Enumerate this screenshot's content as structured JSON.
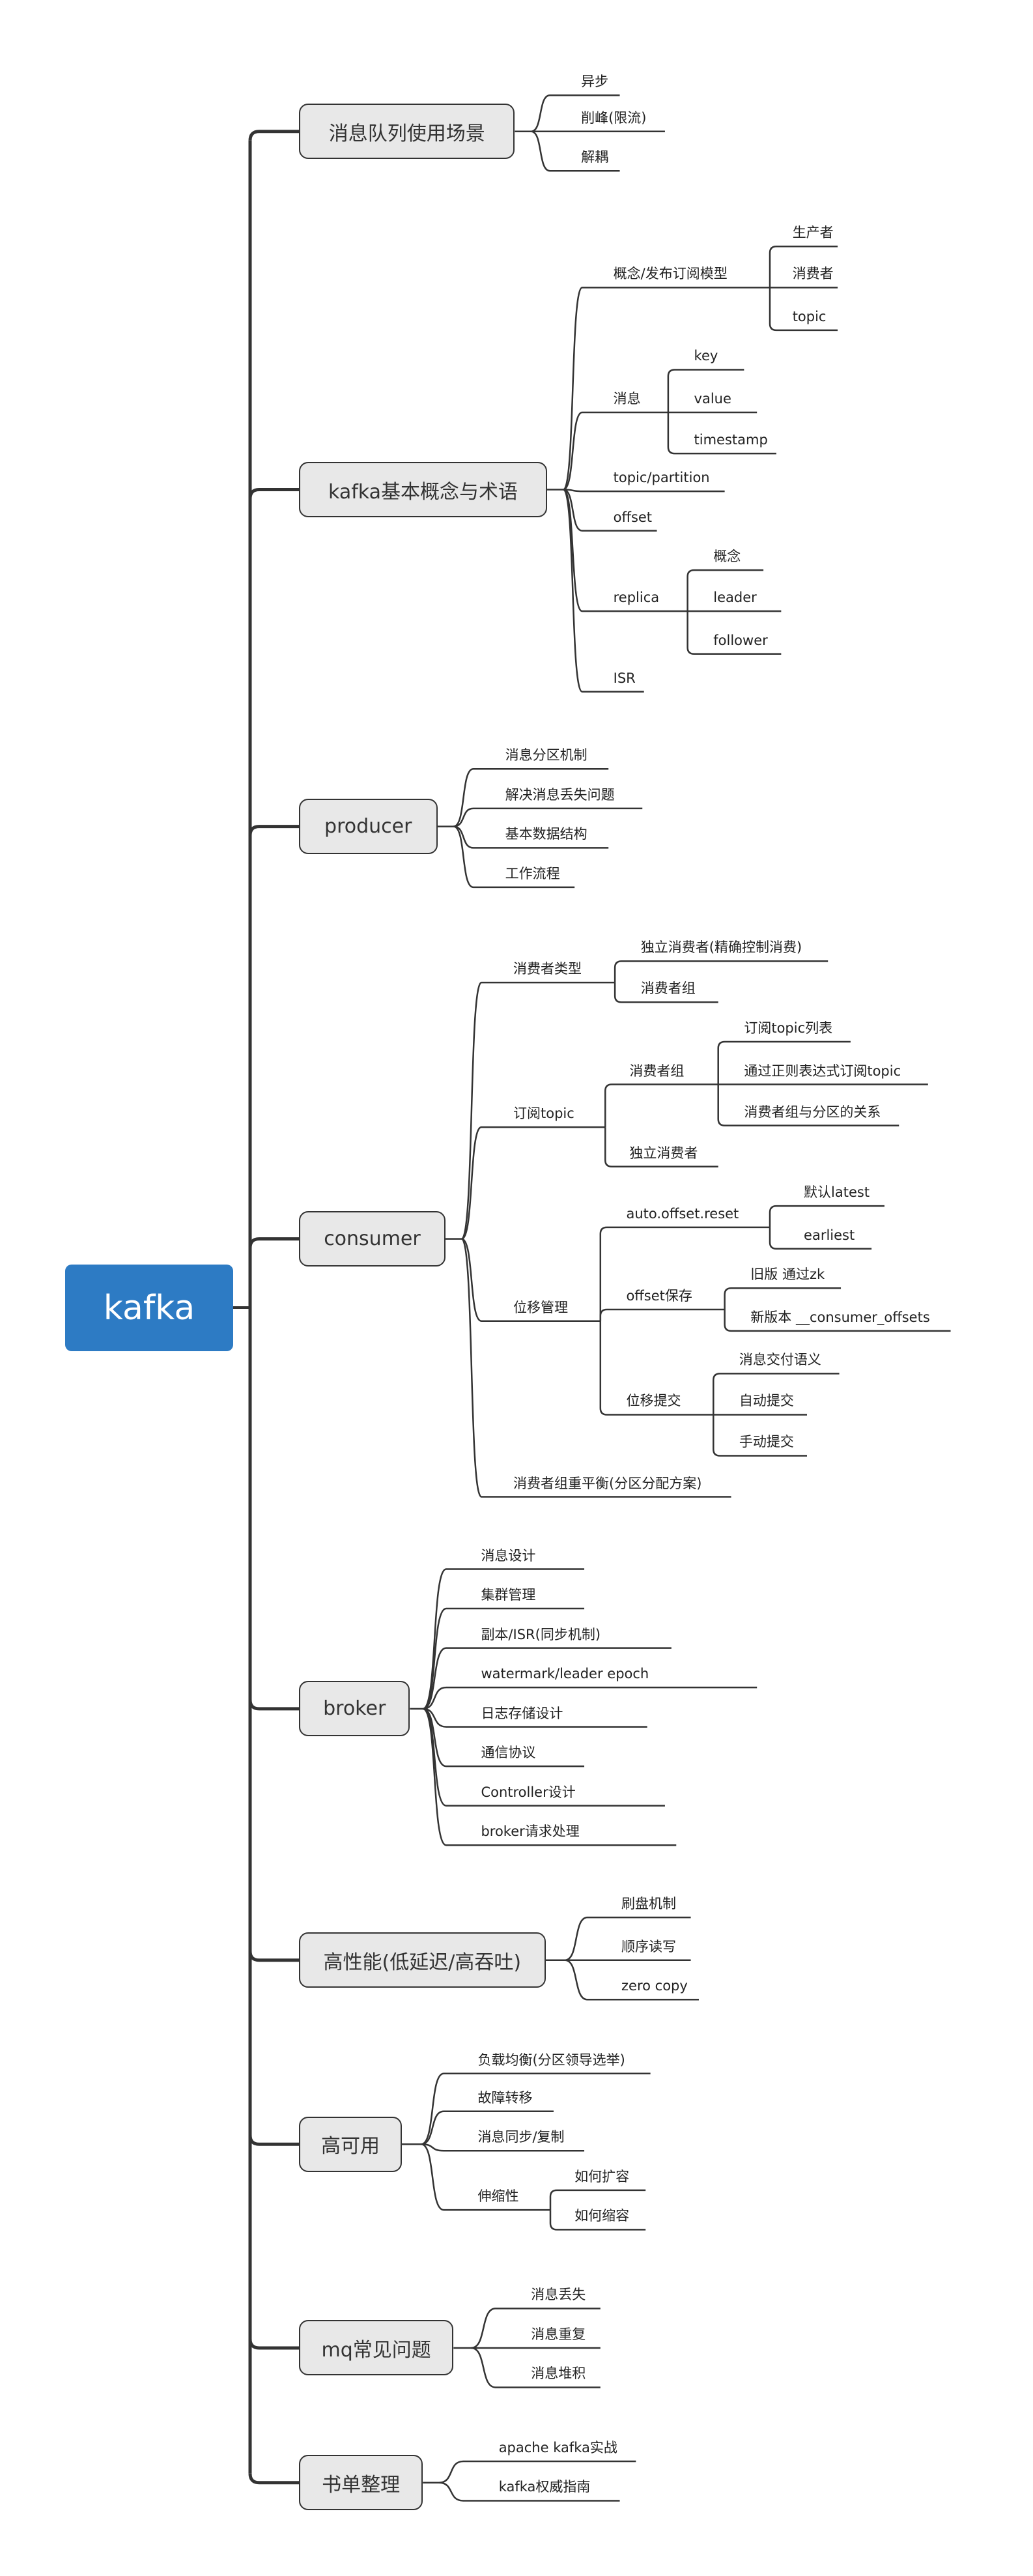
{
  "root": {
    "label": "kafka",
    "color": "#2d7bc4"
  },
  "topics": [
    {
      "label": "消息队列使用场景",
      "children": [
        {
          "label": "异步"
        },
        {
          "label": "削峰(限流)"
        },
        {
          "label": "解耦"
        }
      ]
    },
    {
      "label": "kafka基本概念与术语",
      "children": [
        {
          "label": "概念/发布订阅模型",
          "children": [
            {
              "label": "生产者"
            },
            {
              "label": "消费者"
            },
            {
              "label": "topic"
            }
          ]
        },
        {
          "label": "消息",
          "children": [
            {
              "label": "key"
            },
            {
              "label": "value"
            },
            {
              "label": "timestamp"
            }
          ]
        },
        {
          "label": "topic/partition"
        },
        {
          "label": "offset"
        },
        {
          "label": "replica",
          "children": [
            {
              "label": "概念"
            },
            {
              "label": "leader"
            },
            {
              "label": "follower"
            }
          ]
        },
        {
          "label": "ISR"
        }
      ]
    },
    {
      "label": "producer",
      "children": [
        {
          "label": "消息分区机制"
        },
        {
          "label": "解决消息丢失问题"
        },
        {
          "label": "基本数据结构"
        },
        {
          "label": "工作流程"
        }
      ]
    },
    {
      "label": "consumer",
      "children": [
        {
          "label": "消费者类型",
          "children": [
            {
              "label": "独立消费者(精确控制消费)"
            },
            {
              "label": "消费者组"
            }
          ]
        },
        {
          "label": "订阅topic",
          "children": [
            {
              "label": "消费者组",
              "children": [
                {
                  "label": "订阅topic列表"
                },
                {
                  "label": "通过正则表达式订阅topic"
                },
                {
                  "label": "消费者组与分区的关系"
                }
              ]
            },
            {
              "label": "独立消费者"
            }
          ]
        },
        {
          "label": "位移管理",
          "children": [
            {
              "label": "auto.offset.reset",
              "children": [
                {
                  "label": "默认latest"
                },
                {
                  "label": "earliest"
                }
              ]
            },
            {
              "label": "offset保存",
              "children": [
                {
                  "label": "旧版 通过zk"
                },
                {
                  "label": "新版本 __consumer_offsets"
                }
              ]
            },
            {
              "label": "位移提交",
              "children": [
                {
                  "label": "消息交付语义"
                },
                {
                  "label": "自动提交"
                },
                {
                  "label": "手动提交"
                }
              ]
            }
          ]
        },
        {
          "label": "消费者组重平衡(分区分配方案)"
        }
      ]
    },
    {
      "label": "broker",
      "children": [
        {
          "label": "消息设计"
        },
        {
          "label": "集群管理"
        },
        {
          "label": "副本/ISR(同步机制)"
        },
        {
          "label": "watermark/leader epoch"
        },
        {
          "label": "日志存储设计"
        },
        {
          "label": "通信协议"
        },
        {
          "label": "Controller设计"
        },
        {
          "label": "broker请求处理"
        }
      ]
    },
    {
      "label": "高性能(低延迟/高吞吐)",
      "children": [
        {
          "label": "刷盘机制"
        },
        {
          "label": "顺序读写"
        },
        {
          "label": "zero copy"
        }
      ]
    },
    {
      "label": "高可用",
      "children": [
        {
          "label": "负载均衡(分区领导选举)"
        },
        {
          "label": "故障转移"
        },
        {
          "label": "消息同步/复制"
        },
        {
          "label": "伸缩性",
          "children": [
            {
              "label": "如何扩容"
            },
            {
              "label": "如何缩容"
            }
          ]
        }
      ]
    },
    {
      "label": "mq常见问题",
      "children": [
        {
          "label": "消息丢失"
        },
        {
          "label": "消息重复"
        },
        {
          "label": "消息堆积"
        }
      ]
    },
    {
      "label": "书单整理",
      "children": [
        {
          "label": "apache kafka实战"
        },
        {
          "label": "kafka权威指南"
        }
      ]
    }
  ]
}
